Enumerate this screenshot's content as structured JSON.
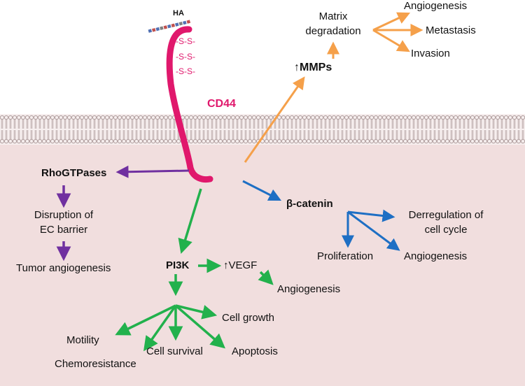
{
  "ha": {
    "label": "HA"
  },
  "receptor": {
    "label": "CD44",
    "disulfide": [
      "-S-S-",
      "-S-S-",
      "-S-S-"
    ],
    "color": "#e0186c"
  },
  "colors": {
    "orange": "#f5a04a",
    "purple": "#7030a0",
    "blue": "#1e6fc4",
    "green": "#22b14c",
    "cytoplasm": "#f1dede",
    "membrane": "#b7a6a6"
  },
  "orange_path": {
    "mmps": "↑MMPs",
    "matrix": [
      "Matrix",
      "degradation"
    ],
    "angiogenesis": "Angiogenesis",
    "metastasis": "Metastasis",
    "invasion": "Invasion"
  },
  "purple_path": {
    "rho": "RhoGTPases",
    "disruption": [
      "Disruption of",
      "EC barrier"
    ],
    "tumor": "Tumor angiogenesis"
  },
  "blue_path": {
    "catenin": "β-catenin",
    "derreg": [
      "Derregulation of",
      "cell cycle"
    ],
    "proliferation": "Proliferation",
    "angiogenesis": "Angiogenesis"
  },
  "green_path": {
    "pi3k": "PI3K",
    "vegf": "↑VEGF",
    "angiogenesis": "Angiogenesis",
    "cell_growth": "Cell growth",
    "motility": "Motility",
    "cell_survival": "Cell survival",
    "apoptosis": "Apoptosis",
    "chemoresistance": "Chemoresistance"
  }
}
